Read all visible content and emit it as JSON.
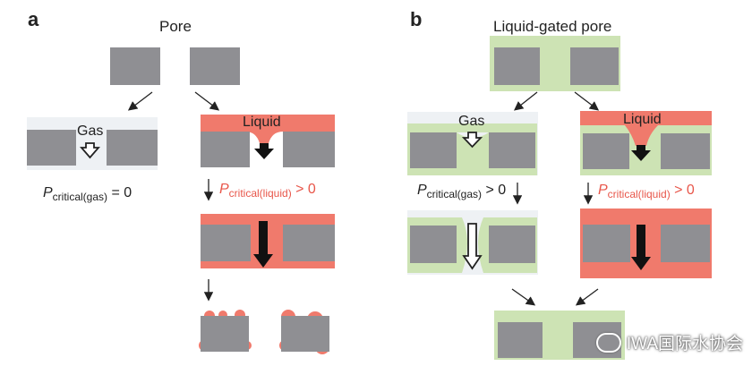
{
  "panel_a": {
    "letter": "a",
    "title": "Pore",
    "gas_label": "Gas",
    "liquid_label": "Liquid",
    "pcrit_gas": {
      "p": "P",
      "sub": "critical(gas)",
      "rest": " = 0"
    },
    "pcrit_liquid": {
      "p": "P",
      "sub": "critical(liquid)",
      "rest": " > 0"
    }
  },
  "panel_b": {
    "letter": "b",
    "title": "Liquid-gated pore",
    "gas_label": "Gas",
    "liquid_label": "Liquid",
    "pcrit_gas": {
      "p": "P",
      "sub": "critical(gas)",
      "rest": " > 0"
    },
    "pcrit_liquid": {
      "p": "P",
      "sub": "critical(liquid)",
      "rest": " > 0"
    }
  },
  "watermark": "IWA国际水协会",
  "colors": {
    "solid": "#8f8f93",
    "liquid": "#f07a6c",
    "gating_liquid": "#cde3b4",
    "gas_bg": "#eef1f4",
    "accent_text": "#e8564a"
  }
}
